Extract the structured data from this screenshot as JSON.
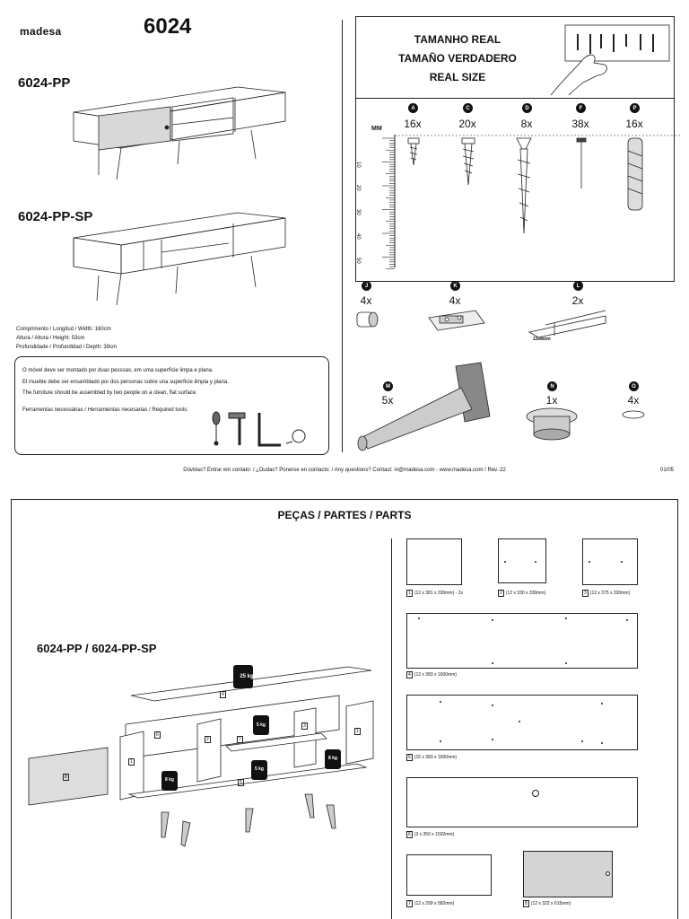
{
  "page1": {
    "brand": "madesa",
    "model": "6024",
    "variant_a": "6024-PP",
    "variant_b": "6024-PP-SP",
    "dimensions": [
      "Comprimento / Longitud / Width: 160cm",
      "Altura / Altura / Height: 53cm",
      "Profundidade / Profundidad / Depth: 39cm"
    ],
    "notes": [
      "O móvel deve ser montado por duas pessoas, em uma superfície limpa e plana.",
      "El mueble debe ser ensamblado por dos personas sobre una superficie limpia y plana.",
      "The furniture should be assembled by two people on a clean, flat surface."
    ],
    "tools_label": "Ferramentas necessárias / Herramientas necesarias / Required tools:",
    "tool_icons": [
      "screwdriver-icon",
      "hammer-icon",
      "square-ruler-icon",
      "tape-measure-icon"
    ],
    "real_size": [
      "TAMANHO REAL",
      "TAMAÑO VERDADERO",
      "REAL SIZE"
    ],
    "ruler": {
      "unit": "MM",
      "ticks": [
        "10",
        "20",
        "30",
        "40",
        "50"
      ]
    },
    "hardware_row1": [
      {
        "code": "A",
        "qty": "16x"
      },
      {
        "code": "C",
        "qty": "20x"
      },
      {
        "code": "D",
        "qty": "8x"
      },
      {
        "code": "F",
        "qty": "38x"
      },
      {
        "code": "P",
        "qty": "16x"
      }
    ],
    "hardware_row2": [
      {
        "code": "J",
        "qty": "4x"
      },
      {
        "code": "K",
        "qty": "4x"
      },
      {
        "code": "L",
        "qty": "2x",
        "note": "1168mm"
      }
    ],
    "hardware_row3": [
      {
        "code": "M",
        "qty": "5x"
      },
      {
        "code": "N",
        "qty": "1x"
      },
      {
        "code": "O",
        "qty": "4x"
      }
    ],
    "footer": "Dúvidas? Entrar em contato: / ¿Dudas? Ponerse en contacto: / Any questions? Contact: in@madesa.com - www.madesa.com / Rev.:22",
    "page_number": "01/05"
  },
  "page2": {
    "title": "PEÇAS / PARTES / PARTS",
    "model": "6024-PP / 6024-PP-SP",
    "weights": [
      "25 kg",
      "5 kg",
      "8 kg",
      "8 kg",
      "5 kg"
    ],
    "assembly_numbers": [
      "1",
      "1",
      "2",
      "3",
      "4",
      "5",
      "6",
      "7",
      "8"
    ],
    "parts": [
      {
        "n": "1",
        "size": "(12 x 381 x 330mm) - 2x"
      },
      {
        "n": "2",
        "size": "(12 x 330 x 330mm)"
      },
      {
        "n": "3",
        "size": "(12 x 375 x 330mm)"
      },
      {
        "n": "4",
        "size": "(12 x 383 x 1600mm)"
      },
      {
        "n": "5",
        "size": "(15 x 383 x 1600mm)"
      },
      {
        "n": "6",
        "size": "(3 x 350 x 1592mm)"
      },
      {
        "n": "7",
        "size": "(12 x 299 x 582mm)"
      },
      {
        "n": "8",
        "size": "(12 x 322 x 615mm)"
      }
    ]
  }
}
